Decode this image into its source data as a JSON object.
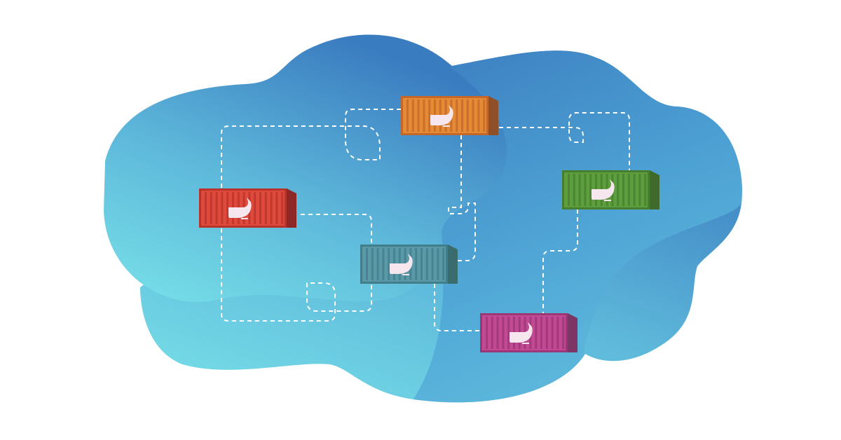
{
  "illustration": {
    "background_color": "#ffffff",
    "cloud_gradient": [
      "#3a7cc0",
      "#4a9fd2",
      "#6fd4e3"
    ],
    "dash_color": "#ffffff",
    "containers": [
      {
        "name": "red",
        "face": "#e04a3c",
        "rib": "#b8332a",
        "side": "#8e2826"
      },
      {
        "name": "orange",
        "face": "#e58a35",
        "rib": "#c4682a",
        "side": "#8f5028"
      },
      {
        "name": "green",
        "face": "#5f9e3e",
        "rib": "#467f2e",
        "side": "#3f6a2c"
      },
      {
        "name": "teal",
        "face": "#5a9aa8",
        "rib": "#427d8a",
        "side": "#3b6c6d"
      },
      {
        "name": "magenta",
        "face": "#c24a94",
        "rib": "#9c3674",
        "side": "#7c3564"
      }
    ],
    "whale_color": "#f6e6ee"
  }
}
